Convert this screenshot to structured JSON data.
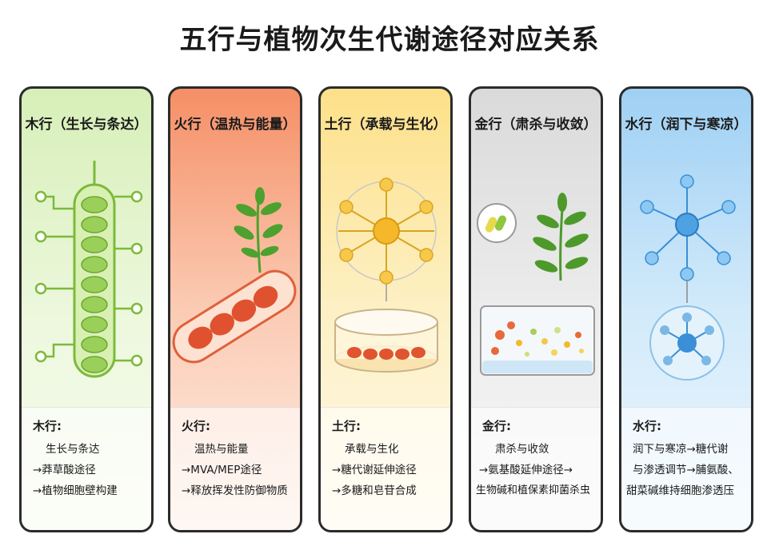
{
  "title": "五行与植物次生代谢途径对应关系",
  "cards": [
    {
      "heading": "木行（生长与条达）",
      "note_title": "木行:",
      "lines": [
        "生长与条达",
        "→莽草酸途径",
        "→植物细胞壁构建"
      ]
    },
    {
      "heading": "火行（温热与能量）",
      "note_title": "火行:",
      "lines": [
        "温热与能量",
        "→MVA/MEP途径",
        "→释放挥发性防御物质"
      ]
    },
    {
      "heading": "土行（承载与生化）",
      "note_title": "土行:",
      "lines": [
        "承载与生化",
        "→糖代谢延伸途径",
        "→多糖和皂苷合成"
      ]
    },
    {
      "heading": "金行（肃杀与收敛）",
      "note_title": "金行:",
      "lines": [
        "肃杀与收敛",
        "→氨基酸延伸途径→",
        "生物碱和植保素抑菌杀虫"
      ]
    },
    {
      "heading": "水行（润下与寒凉）",
      "note_title": "水行:",
      "lines": [
        "润下与寒凉→糖代谢",
        "与渗透调节→脯氨酸、",
        "甜菜碱维持细胞渗透压"
      ]
    }
  ],
  "colors": {
    "wood": "#8cc63f",
    "fire": "#e8553a",
    "earth": "#f2b92c",
    "metal": "#9a9a9a",
    "water": "#3a8fd6"
  }
}
